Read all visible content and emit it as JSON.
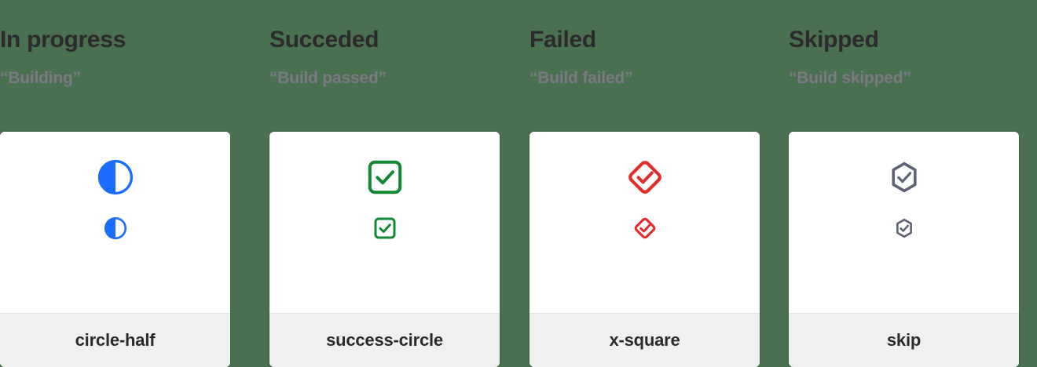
{
  "page": {
    "background_color": "#4a7050",
    "card_background": "#ffffff",
    "footer_background": "#f0f0f0"
  },
  "columns": [
    {
      "title": "In progress",
      "subtitle": "“Building”",
      "card": {
        "label": "circle-half",
        "icon_name": "circle-half-icon",
        "icon_color": "#1a6dff"
      }
    },
    {
      "title": "Succeded",
      "subtitle": "“Build passed”",
      "card": {
        "label": "success-circle",
        "icon_name": "success-circle-icon",
        "icon_color": "#118833"
      }
    },
    {
      "title": "Failed",
      "subtitle": "“Build failed”",
      "card": {
        "label": "x-square",
        "icon_name": "x-square-icon",
        "icon_color": "#e22b2b"
      }
    },
    {
      "title": "Skipped",
      "subtitle": "“Build skipped”",
      "card": {
        "label": "skip",
        "icon_name": "skip-icon",
        "icon_color": "#5d6372"
      }
    }
  ]
}
